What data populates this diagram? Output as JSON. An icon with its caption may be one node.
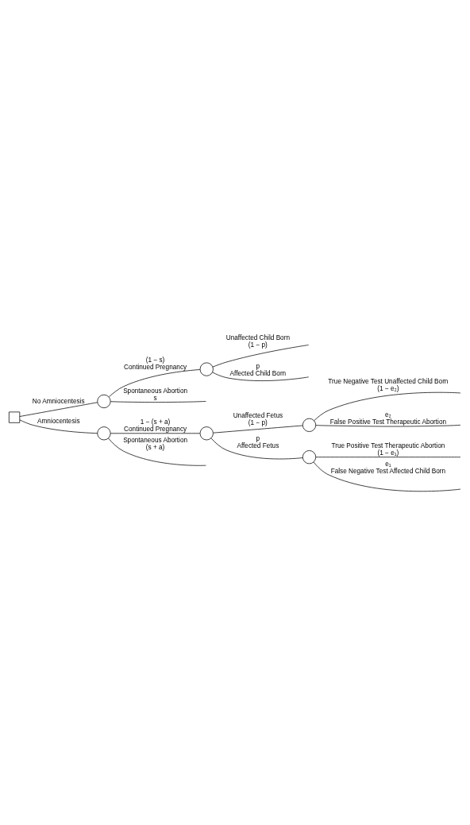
{
  "diagram": {
    "nodes": [
      {
        "text": [],
        "shape": "box"
      },
      {
        "text": [],
        "shape": "circle"
      },
      {
        "text": [],
        "shape": "circle"
      },
      {
        "text": [],
        "shape": "circle"
      },
      {
        "text": [],
        "shape": "circle"
      },
      {
        "text": [],
        "shape": "circle"
      },
      {
        "text": [],
        "shape": "circle"
      }
    ],
    "edges": [
      {
        "from": 0,
        "to": 1,
        "arrow": "none",
        "label": [
          "No Amniocentesis"
        ]
      },
      {
        "from": 1,
        "to": null,
        "arrow": "none",
        "label": [
          "Spontaneous Abortion",
          "s"
        ]
      },
      {
        "from": 1,
        "to": 2,
        "arrow": "none",
        "label": [
          "(1 − s)",
          "Continued Pregnancy"
        ]
      },
      {
        "from": 2,
        "to": null,
        "arrow": "none",
        "label": [
          "Unaffected Child Born",
          "(1 − p)"
        ]
      },
      {
        "from": 2,
        "to": null,
        "arrow": "none",
        "label": [
          "p",
          "Affected Child Born"
        ]
      },
      {
        "from": 0,
        "to": 3,
        "arrow": "none",
        "label": [
          "Amniocentesis"
        ]
      },
      {
        "from": 3,
        "to": null,
        "arrow": "none",
        "label": [
          "Spontaneous Abortion",
          "(s + a)"
        ]
      },
      {
        "from": 3,
        "to": 4,
        "arrow": "none",
        "label": [
          "1 − (s + a)",
          "Continued Pregnancy"
        ]
      },
      {
        "from": 4,
        "to": 5,
        "arrow": "none",
        "label": [
          "Unaffected Fetus",
          "(1 − p)"
        ]
      },
      {
        "from": 5,
        "to": null,
        "arrow": "none",
        "label": [
          "True Negative Test Unaffected Child Born",
          "(1 − e₂)"
        ]
      },
      {
        "from": 5,
        "to": null,
        "arrow": "none",
        "label": [
          "e₂",
          "False Positive Test Therapeutic Abortion"
        ]
      },
      {
        "from": 4,
        "to": 6,
        "arrow": "none",
        "label": [
          "p",
          "Affected Fetus"
        ]
      },
      {
        "from": 6,
        "to": null,
        "arrow": "none",
        "label": [
          "True Positive Test Therapeutic Abortion",
          "(1 − e₁)"
        ]
      },
      {
        "from": 6,
        "to": null,
        "arrow": "none",
        "label": [
          "e₁",
          "False Negative Test Affected Child Born"
        ]
      }
    ]
  }
}
